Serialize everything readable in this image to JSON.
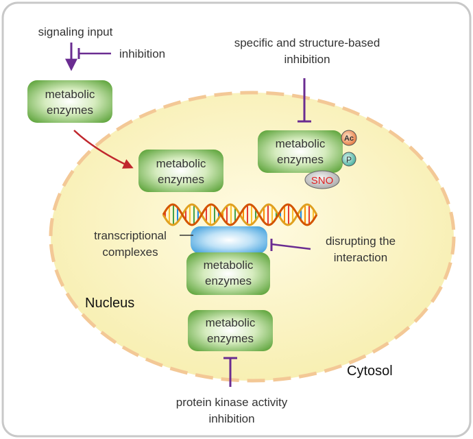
{
  "labels": {
    "signaling_input": "signaling input",
    "inhibition": "inhibition",
    "specific_line1": "specific and structure-based",
    "specific_line2": "inhibition",
    "enzyme_line1": "metabolic",
    "enzyme_line2": "enzymes",
    "transcriptional_line1": "transcriptional",
    "transcriptional_line2": "complexes",
    "disrupting_line1": "disrupting the",
    "disrupting_line2": "interaction",
    "nucleus": "Nucleus",
    "cytosol": "Cytosol",
    "kinase_line1": "protein kinase activity",
    "kinase_line2": "inhibition"
  },
  "modifications": {
    "ac": "Ac",
    "p": "P",
    "sno": "SNO"
  },
  "colors": {
    "inhibitor_purple": "#6a2c91",
    "arrow_red": "#c0272d",
    "nucleus_fill": "#faf3c0",
    "nucleus_dash": "#f3c896",
    "enzyme_green": "#64a844",
    "complex_blue": "#4aa8e0",
    "frame_border": "#c8c8c8"
  }
}
